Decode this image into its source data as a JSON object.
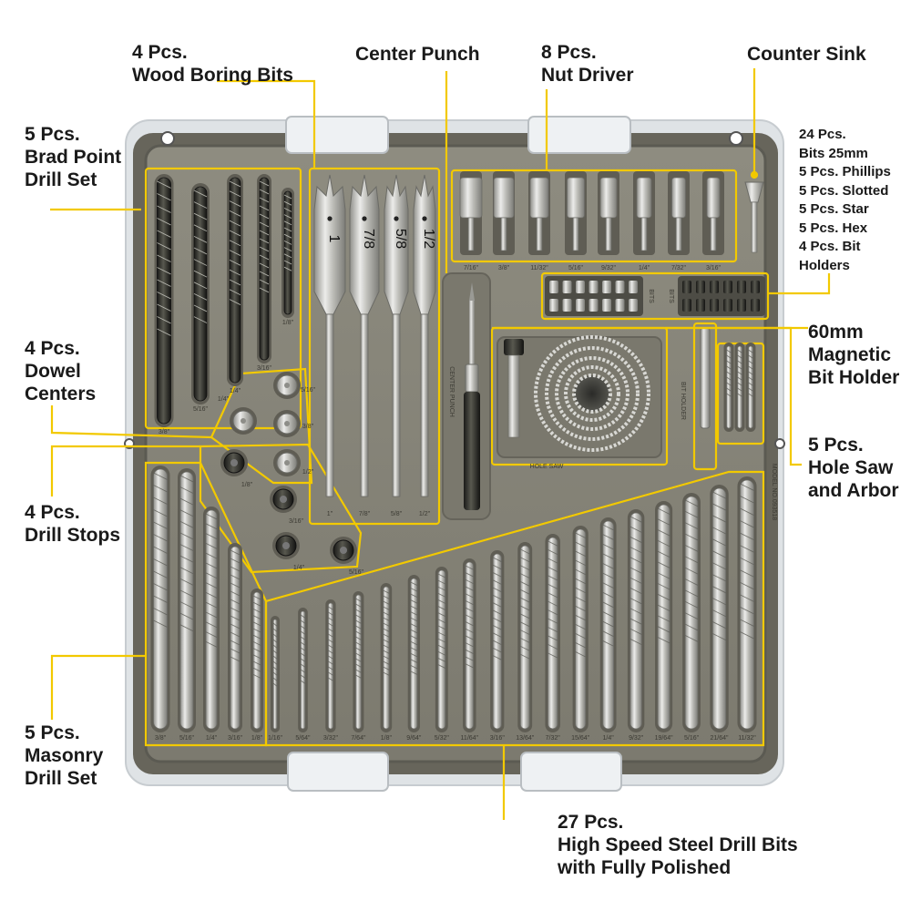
{
  "colors": {
    "leader": "#f2c900",
    "case": "#6f6d63",
    "case_dark": "#4d4c45",
    "tray": "#8a887c",
    "steel": "#c9c9c6",
    "black_bit": "#2a2a28",
    "label_text": "#1a1a1a"
  },
  "callouts": {
    "brad_point": [
      "5 Pcs.",
      "Brad Point",
      "Drill Set"
    ],
    "wood_boring": [
      "4 Pcs.",
      "Wood Boring Bits"
    ],
    "center_punch": [
      "Center Punch"
    ],
    "nut_driver": [
      "8 Pcs.",
      "Nut Driver"
    ],
    "counter_sink": [
      "Counter Sink"
    ],
    "bits_25mm": [
      "24 Pcs.",
      "Bits 25mm",
      "5 Pcs. Phillips",
      "5 Pcs. Slotted",
      "5 Pcs. Star",
      "5 Pcs. Hex",
      "4 Pcs. Bit",
      "Holders"
    ],
    "dowel_centers": [
      "4 Pcs.",
      "Dowel",
      "Centers"
    ],
    "magnetic_holder": [
      "60mm",
      "Magnetic",
      "Bit Holder"
    ],
    "hole_saw": [
      "5 Pcs.",
      "Hole Saw",
      "and Arbor"
    ],
    "drill_stops": [
      "4 Pcs.",
      "Drill Stops"
    ],
    "masonry": [
      "5 Pcs.",
      "Masonry",
      "Drill Set"
    ],
    "hss": [
      "27 Pcs.",
      "High Speed Steel Drill Bits",
      "with Fully Polished"
    ]
  },
  "case": {
    "spade_sizes": [
      "1",
      "7/8",
      "5/8",
      "1/2"
    ],
    "spade_bottom_labels": [
      "1\"",
      "7/8\"",
      "5/8\"",
      "1/2\""
    ],
    "nut_sizes": [
      "7/16\"",
      "3/8\"",
      "11/32\"",
      "5/16\"",
      "9/32\"",
      "1/4\"",
      "7/32\"",
      "3/16\""
    ],
    "brad_labels": [
      "3/8\"",
      "5/16\"",
      "1/4\"",
      "3/16\"",
      "1/8\""
    ],
    "masonry_labels": [
      "3/8\"",
      "5/16\"",
      "1/4\"",
      "3/16\"",
      "1/8\""
    ],
    "hss_labels": [
      "1/16\"",
      "5/64\"",
      "3/32\"",
      "7/64\"",
      "1/8\"",
      "9/64\"",
      "5/32\"",
      "11/64\"",
      "3/16\"",
      "13/64\"",
      "7/32\"",
      "15/64\"",
      "1/4\"",
      "9/32\"",
      "19/64\"",
      "5/16\"",
      "21/64\"",
      "11/32\""
    ],
    "dowel_labels": [
      "1/4\"",
      "5/16\"",
      "3/8\"",
      "1/2\""
    ],
    "stop_labels": [
      "1/8\"",
      "3/16\"",
      "1/4\"",
      "5/16\""
    ],
    "tray_text": {
      "center_punch": "CENTER PUNCH",
      "hole_saw": "HOLE SAW",
      "bit_holder": "BIT HOLDER",
      "bits": "BITS",
      "model": "MODEL NO.093518"
    }
  }
}
